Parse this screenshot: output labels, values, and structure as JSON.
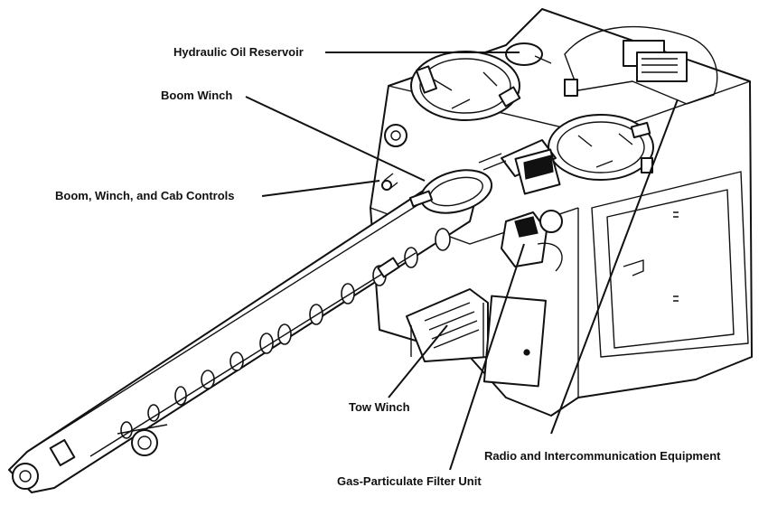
{
  "labels": {
    "hydraulic_oil_reservoir": "Hydraulic Oil Reservoir",
    "boom_winch": "Boom Winch",
    "boom_winch_cab_controls": "Boom, Winch, and Cab Controls",
    "tow_winch": "Tow Winch",
    "radio_intercom": "Radio and Intercommunication Equipment",
    "gas_particulate_filter": "Gas-Particulate Filter Unit"
  }
}
